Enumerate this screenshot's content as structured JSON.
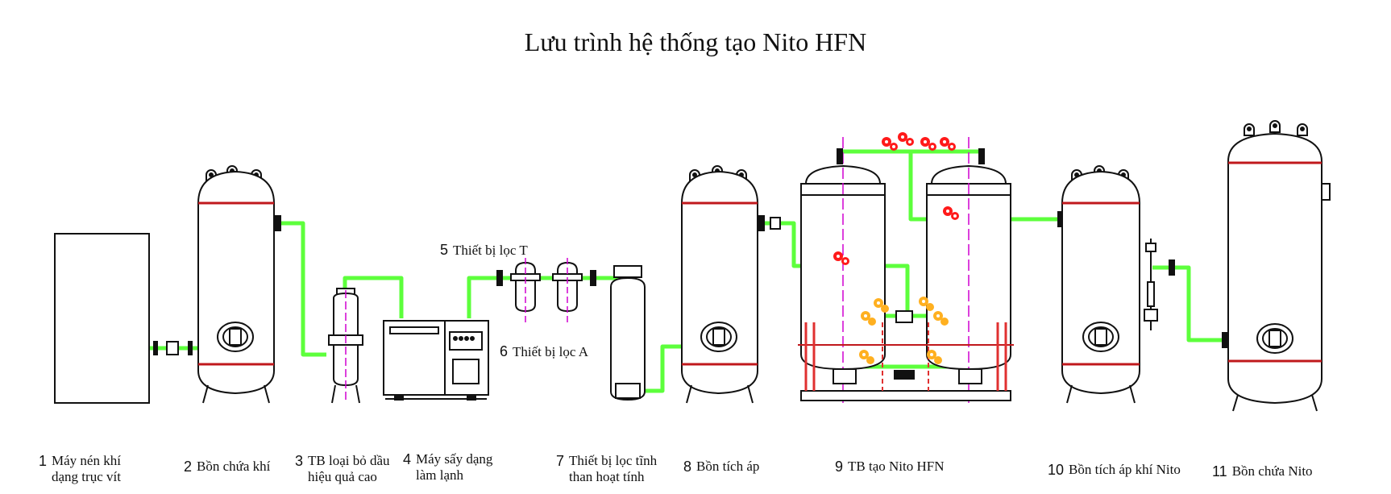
{
  "title": "Lưu trình hệ thống tạo Nito HFN",
  "colors": {
    "pipe": "#5dff3c",
    "outline": "#111111",
    "red_band": "#c0181c",
    "valve_red": "#ff1a1a",
    "valve_orange": "#ffb020",
    "centerline": "#d000d0",
    "frame_red": "#e03030"
  },
  "callouts": [
    {
      "num": "5",
      "text": "Thiết bị lọc T"
    },
    {
      "num": "6",
      "text": "Thiết bị lọc A"
    }
  ],
  "components": [
    {
      "num": "1",
      "text": "Máy nén khí\ndạng trục vít"
    },
    {
      "num": "2",
      "text": "Bồn chứa khí"
    },
    {
      "num": "3",
      "text": "TB loại bỏ dầu\nhiệu quả cao"
    },
    {
      "num": "4",
      "text": "Máy sấy dạng\nlàm lạnh"
    },
    {
      "num": "7",
      "text": "Thiết bị lọc tĩnh\nthan hoạt tính"
    },
    {
      "num": "8",
      "text": "Bồn tích áp"
    },
    {
      "num": "9",
      "text": "TB tạo Nito HFN"
    },
    {
      "num": "10",
      "text": "Bồn tích áp khí Nito"
    },
    {
      "num": "11",
      "text": "Bồn chứa Nito"
    }
  ]
}
